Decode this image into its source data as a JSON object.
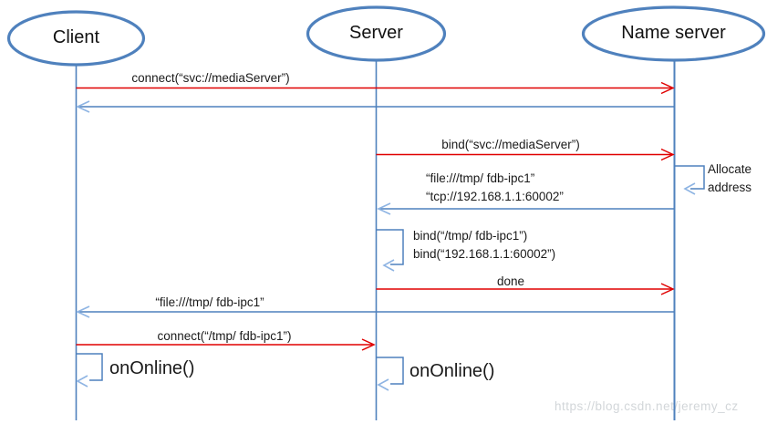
{
  "diagram": {
    "type": "sequence-diagram",
    "actors": {
      "client": "Client",
      "server": "Server",
      "name_server": "Name server"
    },
    "messages": {
      "connect_svc": "connect(“svc://mediaServer”)",
      "bind_svc": "bind(“svc://mediaServer”)",
      "allocate_line1": "Allocate",
      "allocate_line2": "address",
      "reply_file": "“file:///tmp/ fdb-ipc1”",
      "reply_tcp": "“tcp://192.168.1.1:60002”",
      "bind_tmp": "bind(“/tmp/ fdb-ipc1”)",
      "bind_ip": "bind(“192.168.1.1:60002”)",
      "done": "done",
      "file_to_client": "“file:///tmp/ fdb-ipc1”",
      "connect_tmp": "connect(“/tmp/ fdb-ipc1”)",
      "on_online_client": "onOnline()",
      "on_online_server": "onOnline()"
    },
    "colors": {
      "line_blue": "#4f81bd",
      "arrow_red": "#e00000",
      "arrowhead_blue": "#8eb4e3",
      "text": "#1a1a1a",
      "watermark": "#d2d6d9"
    },
    "watermark": "https://blog.csdn.net/jeremy_cz"
  }
}
